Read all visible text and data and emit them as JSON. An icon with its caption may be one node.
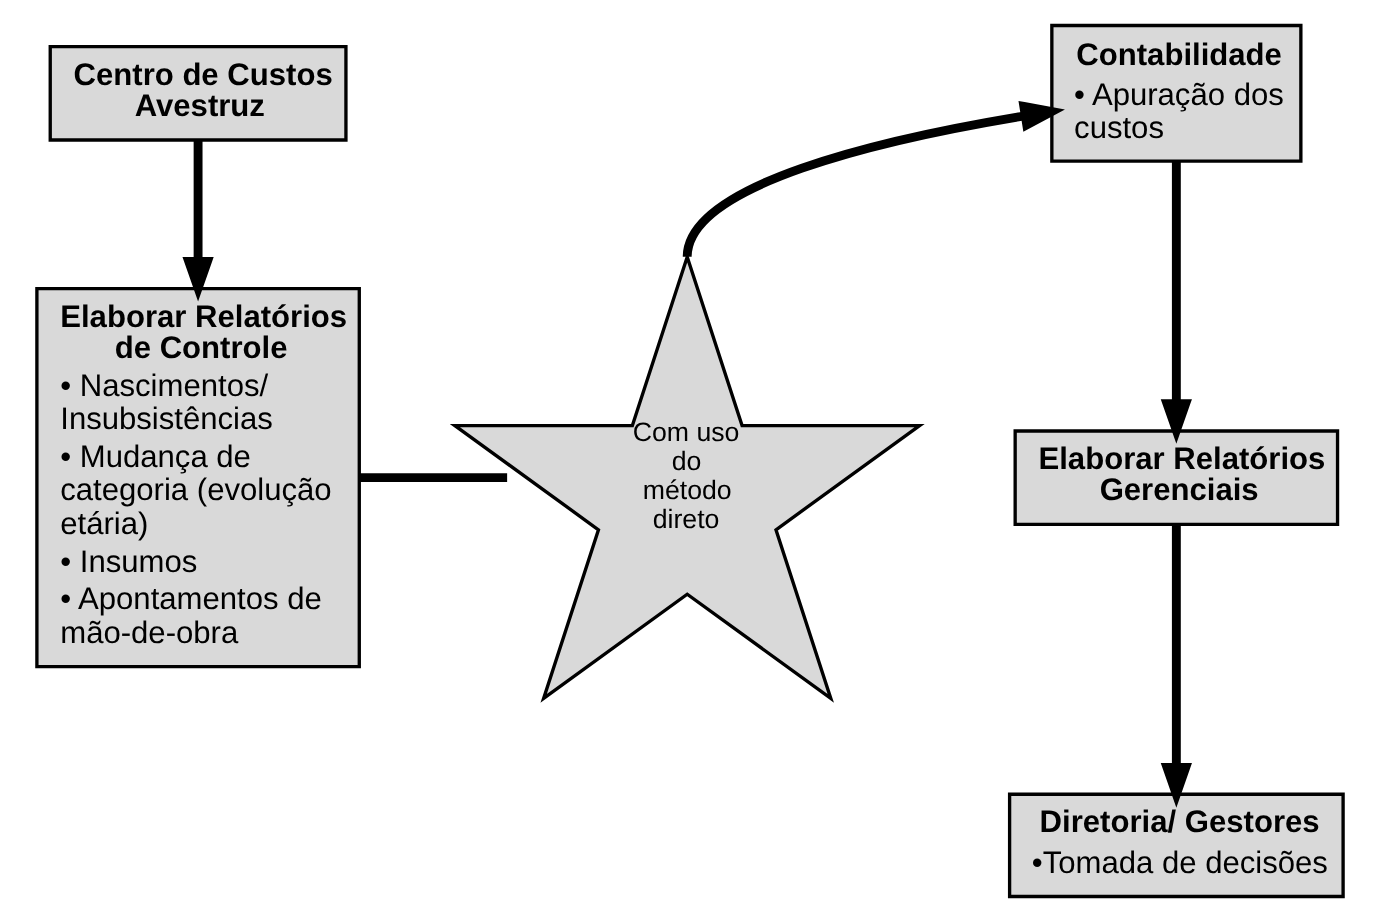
{
  "diagram": {
    "nodes": [
      {
        "text": [
          "Centro de Custos Avestruz"
        ]
      },
      {
        "text": [
          "Elaborar Relatórios de Controle",
          "• Nascimentos/ Insubsistências",
          "• Mudança de categoria (evolução etária)",
          "• Insumos",
          "• Apontamentos de mão-de-obra"
        ]
      },
      {
        "text": [
          "Com uso do método direto"
        ]
      },
      {
        "text": [
          "Contabilidade",
          "• Apuração dos custos"
        ]
      },
      {
        "text": [
          "Elaborar Relatórios Gerenciais"
        ]
      },
      {
        "text": [
          "Diretoria/ Gestores",
          "•Tomada de decisões"
        ]
      }
    ],
    "edges": [
      {
        "from": 0,
        "to": 1,
        "arrow": "to"
      },
      {
        "from": 1,
        "to": 2,
        "arrow": "none"
      },
      {
        "from": 2,
        "to": 3,
        "arrow": "to"
      },
      {
        "from": 3,
        "to": 4,
        "arrow": "to"
      },
      {
        "from": 4,
        "to": 5,
        "arrow": "to"
      }
    ]
  }
}
